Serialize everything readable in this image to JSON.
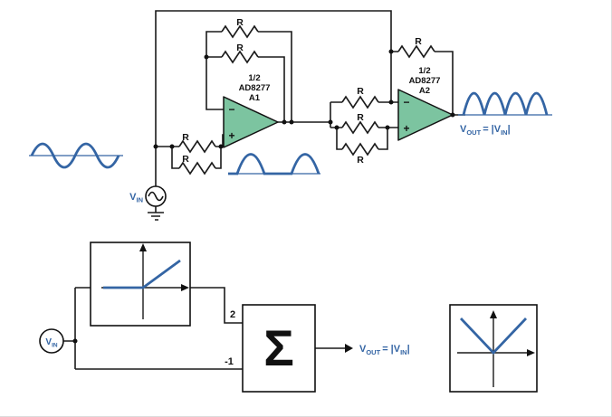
{
  "colors": {
    "blue": "#3465a4",
    "amp_green": "#7cc4a0",
    "wire": "#1a1a1a"
  },
  "schematic": {
    "resistor_label": "R",
    "amp1": {
      "fraction": "1/2",
      "part": "AD8277",
      "designator": "A1",
      "minus_input": "−",
      "plus_input": "+"
    },
    "amp2": {
      "fraction": "1/2",
      "part": "AD8277",
      "designator": "A2",
      "minus_input": "−",
      "plus_input": "+"
    },
    "vin_label": {
      "base": "V",
      "sub": "IN"
    },
    "vout_label": {
      "base": "V",
      "sub": "OUT",
      "mid": "= |V",
      "sub2": "IN",
      "end": "|"
    }
  },
  "block_diagram": {
    "source_label": {
      "base": "V",
      "sub": "IN"
    },
    "gain_top": "2",
    "gain_bottom": "-1",
    "summer_symbol": "Σ",
    "vout_label": {
      "base": "V",
      "sub": "OUT",
      "mid": "= |V",
      "sub2": "IN",
      "end": "|"
    }
  }
}
